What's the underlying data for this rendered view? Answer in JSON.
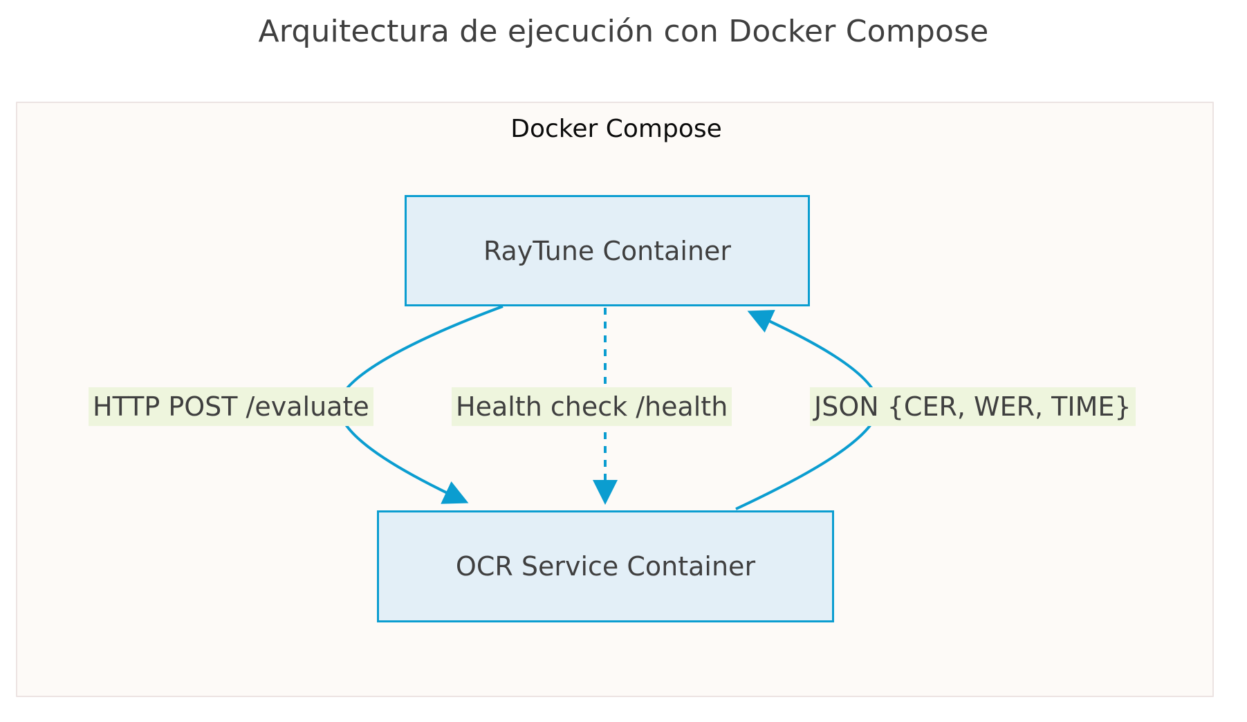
{
  "diagram": {
    "title": "Arquitectura de ejecución con Docker Compose",
    "type": "flowchart",
    "direction": "top-down",
    "cluster": {
      "label": "Docker Compose",
      "fill_color": "#fdfaf7",
      "border_color": "#ece3e2"
    },
    "nodes": [
      {
        "id": "raytune",
        "label": "RayTune Container",
        "shape": "rectangle",
        "fill_color": "#e3eff7",
        "border_color": "#0b9dd0",
        "text_color": "#3f3f3f"
      },
      {
        "id": "ocr",
        "label": "OCR Service Container",
        "shape": "rectangle",
        "fill_color": "#e3eff7",
        "border_color": "#0b9dd0",
        "text_color": "#3f3f3f"
      }
    ],
    "edges": [
      {
        "id": "evaluate",
        "from": "raytune",
        "to": "ocr",
        "label": "HTTP POST /evaluate",
        "style": "solid",
        "arrow": "end",
        "color": "#0b9dd0",
        "label_background": "#eef5dd"
      },
      {
        "id": "health",
        "from": "raytune",
        "to": "ocr",
        "label": "Health check /health",
        "style": "dotted",
        "arrow": "end",
        "color": "#0b9dd0",
        "label_background": "#eef5dd"
      },
      {
        "id": "json",
        "from": "ocr",
        "to": "raytune",
        "label": "JSON {CER, WER, TIME}",
        "style": "solid",
        "arrow": "end",
        "color": "#0b9dd0",
        "label_background": "#eef5dd"
      }
    ]
  }
}
